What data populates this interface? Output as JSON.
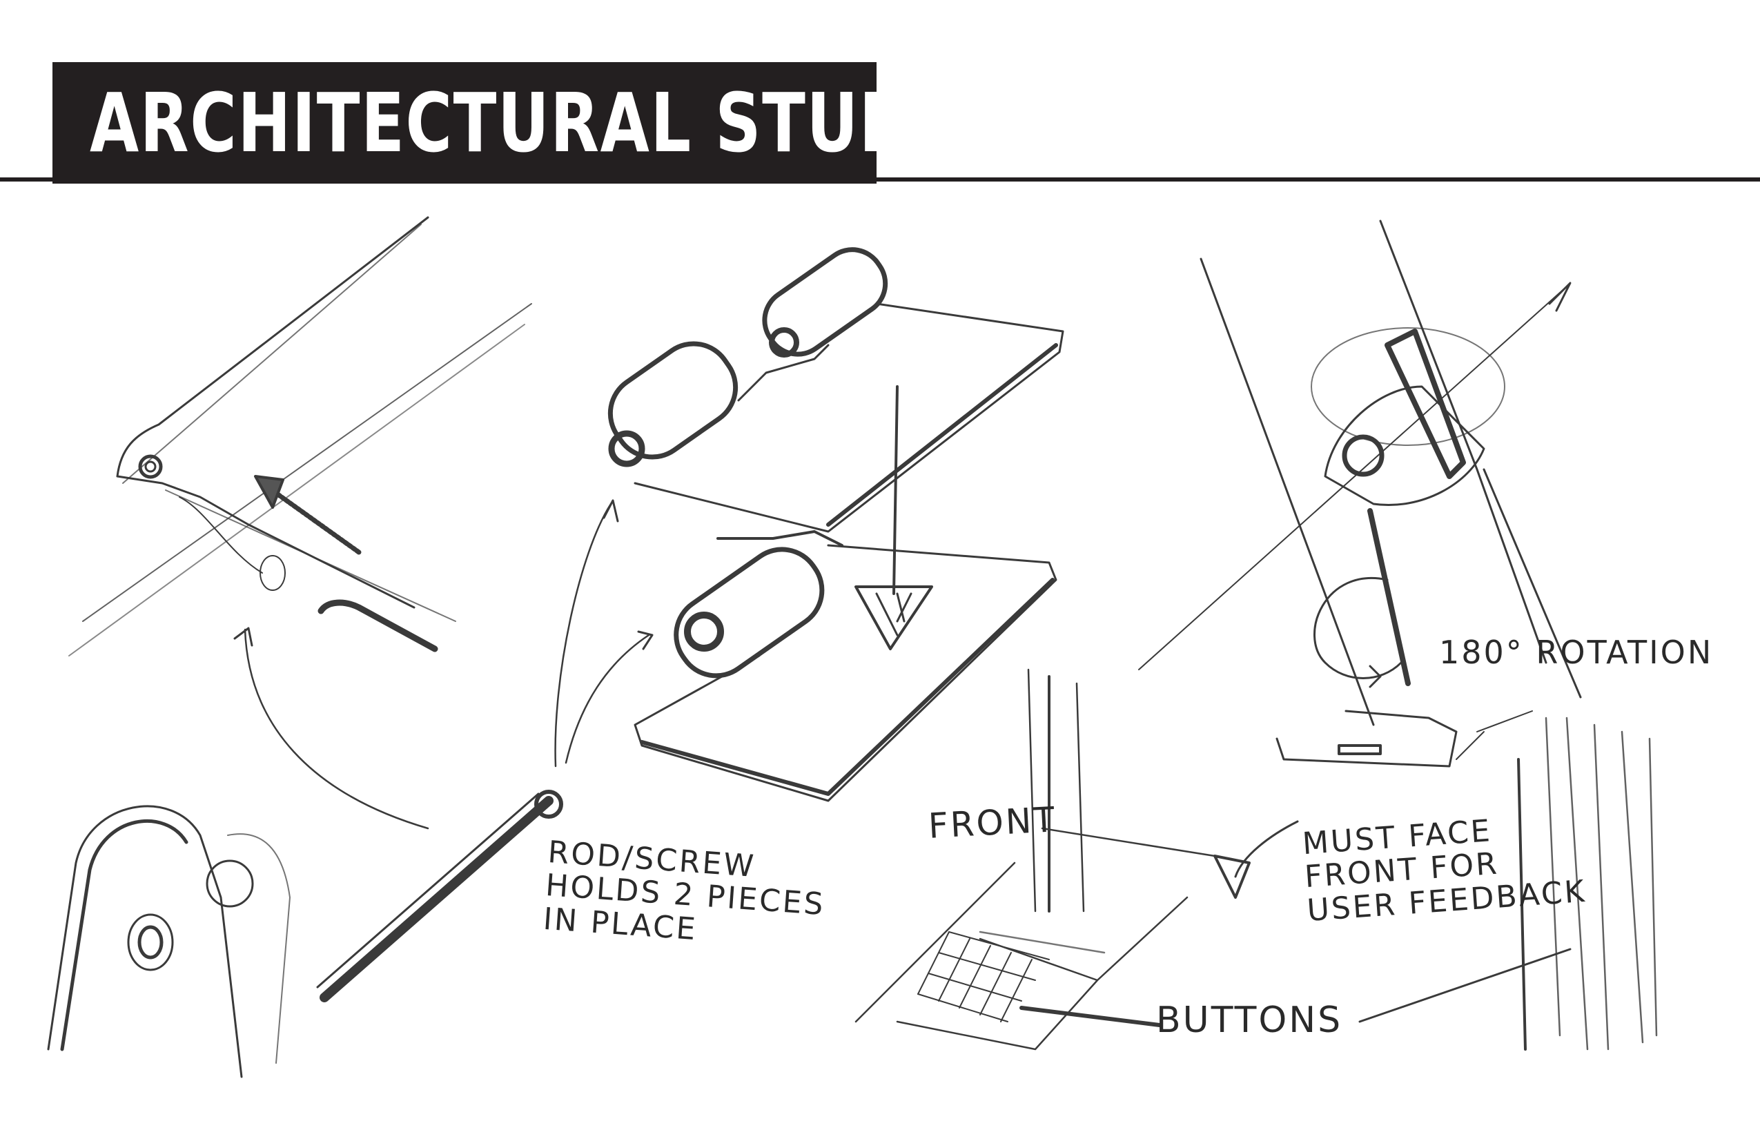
{
  "title": "ARCHITECTURAL STUDIES",
  "notes": {
    "rod_screw": "ROD/SCREW\nHOLDS 2 PIECES\nIN PLACE",
    "rotation": "180° ROTATION",
    "front": "FRONT",
    "must_face": "MUST FACE\nFRONT FOR\nUSER FEEDBACK",
    "buttons": "BUTTONS"
  },
  "colors": {
    "ink": "#231f20",
    "pencil": "#3a3a3a",
    "paper": "#ffffff"
  }
}
